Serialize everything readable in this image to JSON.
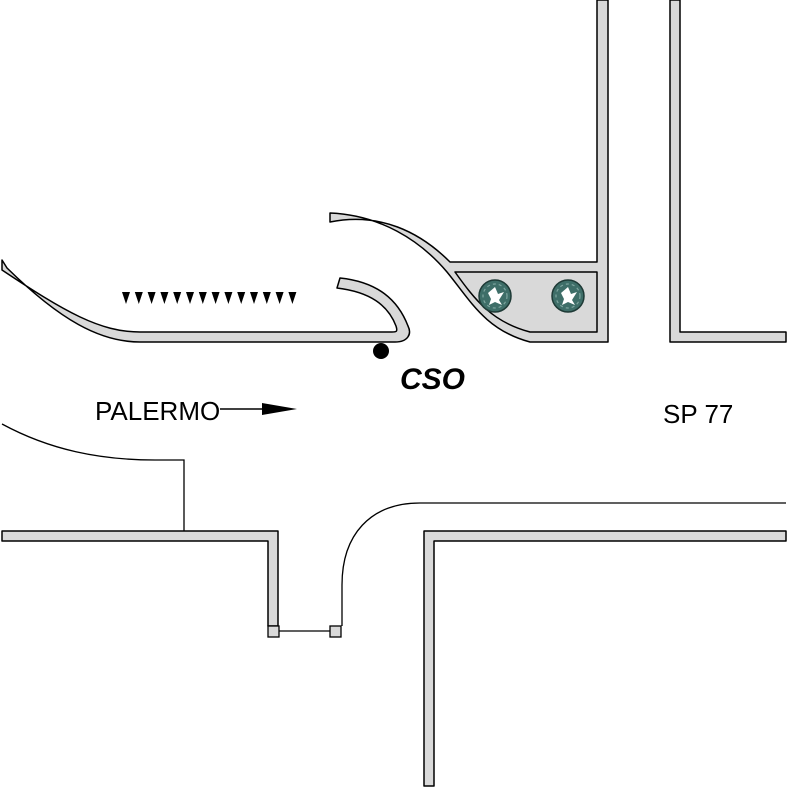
{
  "labels": {
    "west_road": "PALERMO",
    "east_road": "SP 77",
    "point": "CSO"
  },
  "icons": {
    "direction": "arrow-right-icon",
    "trees": "shrub-icon",
    "point_marker": "dot-marker-icon",
    "yield_marks": "yield-teeth-icon"
  },
  "colors": {
    "curb_fill": "#d9d9d9",
    "outline": "#000000",
    "tree_fill": "#3e6e68",
    "background": "#ffffff"
  }
}
